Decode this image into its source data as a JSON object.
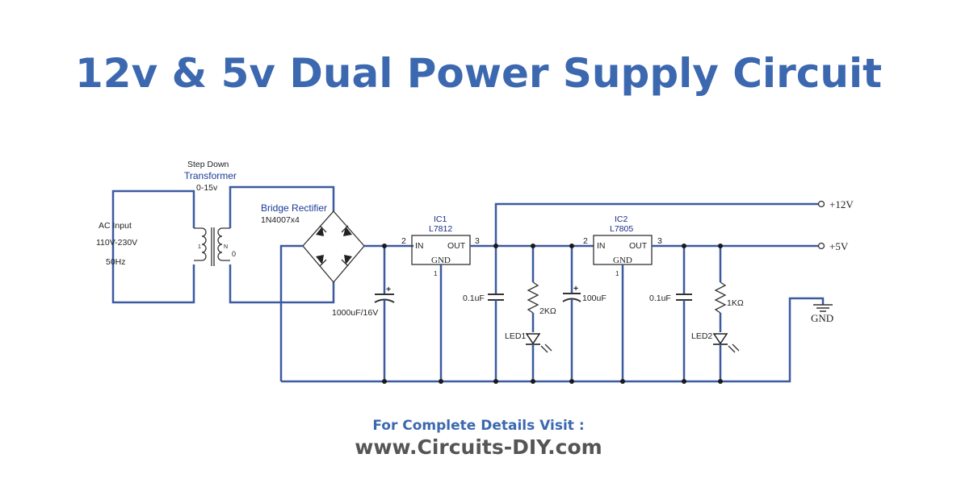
{
  "title": "12v & 5v Dual Power Supply Circuit",
  "footer": {
    "label": "For Complete Details Visit :",
    "url": "www.Circuits-DIY.com"
  },
  "ac_input": {
    "label": "AC Input",
    "voltage": "110V-230V",
    "frequency": "50Hz"
  },
  "transformer": {
    "label_top": "Step Down",
    "label_main": "Transformer",
    "rating": "0-15v",
    "pin_primary": "1",
    "pin_n": "N",
    "pin_secondary": "0"
  },
  "bridge": {
    "label": "Bridge Rectifier",
    "part": "1N4007x4"
  },
  "c1": {
    "label": "1000uF/16V",
    "polarity": "+"
  },
  "ic1": {
    "ref": "IC1",
    "part": "L7812",
    "in": "IN",
    "out": "OUT",
    "gnd": "GND",
    "pin_in": "2",
    "pin_out": "3",
    "pin_gnd": "1"
  },
  "c2": {
    "label": "0.1uF"
  },
  "r1": {
    "label": "2KΩ"
  },
  "led1": {
    "label": "LED1"
  },
  "c3": {
    "label": "100uF",
    "polarity": "+"
  },
  "ic2": {
    "ref": "IC2",
    "part": "L7805",
    "in": "IN",
    "out": "OUT",
    "gnd": "GND",
    "pin_in": "2",
    "pin_out": "3",
    "pin_gnd": "1"
  },
  "c4": {
    "label": "0.1uF"
  },
  "r2": {
    "label": "1KΩ"
  },
  "led2": {
    "label": "LED2"
  },
  "outputs": {
    "v12": "+12V",
    "v5": "+5V",
    "gnd": "GND"
  },
  "colors": {
    "title": "#3c68b0",
    "wire": "#3b5aa0",
    "url": "#555555"
  }
}
